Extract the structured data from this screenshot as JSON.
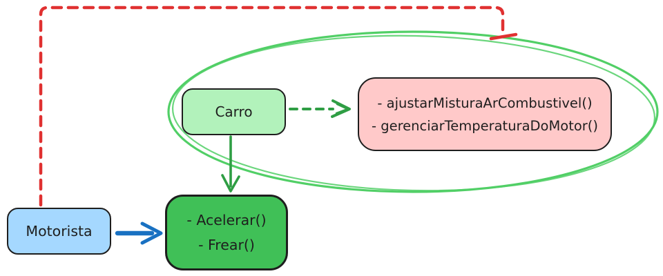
{
  "diagram": {
    "kind": "hand-drawn-uml-encapsulation-sketch",
    "boxes": {
      "carro": {
        "label": "Carro",
        "fill": "#b2f2bb"
      },
      "private_methods": {
        "lines": [
          "- ajustarMisturaArCombustivel()",
          "- gerenciarTemperaturaDoMotor()"
        ],
        "fill": "#ffc9c9"
      },
      "public_methods": {
        "lines": [
          "- Acelerar()",
          "- Frear()"
        ],
        "fill": "#40c057"
      },
      "motorista": {
        "label": "Motorista",
        "fill": "#a5d8ff"
      }
    },
    "shapes": {
      "encapsulation_ellipse": {
        "stroke": "#51cf66",
        "style": "solid"
      }
    },
    "connectors": {
      "motorista_to_ellipse": {
        "color": "#e03131",
        "style": "dashed",
        "terminator": "tee-bar"
      },
      "carro_to_private_methods": {
        "color": "#2f9e44",
        "style": "dashed",
        "terminator": "open-arrowhead"
      },
      "carro_to_public_methods": {
        "color": "#2f9e44",
        "style": "solid",
        "terminator": "open-arrowhead"
      },
      "motorista_to_public_methods": {
        "color": "#1971c2",
        "style": "solid",
        "terminator": "open-arrowhead"
      }
    }
  }
}
